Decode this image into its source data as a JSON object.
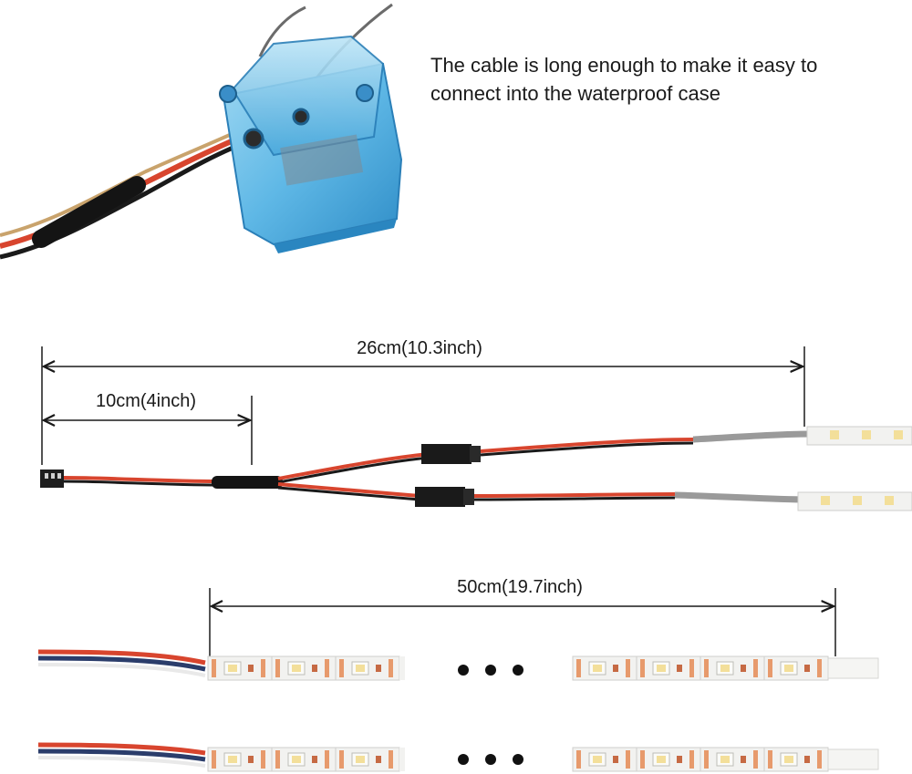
{
  "caption": {
    "line1": "The cable is long enough to make it easy to",
    "line2": "connect into the waterproof case"
  },
  "dimensions": {
    "total_cable": "26cm(10.3inch)",
    "lead": "10cm(4inch)",
    "strip": "50cm(19.7inch)"
  },
  "colors": {
    "case_blue": "#5fb8e6",
    "wire_red": "#d8452e",
    "wire_black": "#1a1a1a",
    "strip_white": "#f2f2f0",
    "pad_copper": "#e79a6c",
    "led_yellow": "#f3df9a"
  },
  "icons": [
    "waterproof-case",
    "servo-connector",
    "heat-shrink-splitter",
    "led-strip",
    "ellipsis-dots"
  ]
}
